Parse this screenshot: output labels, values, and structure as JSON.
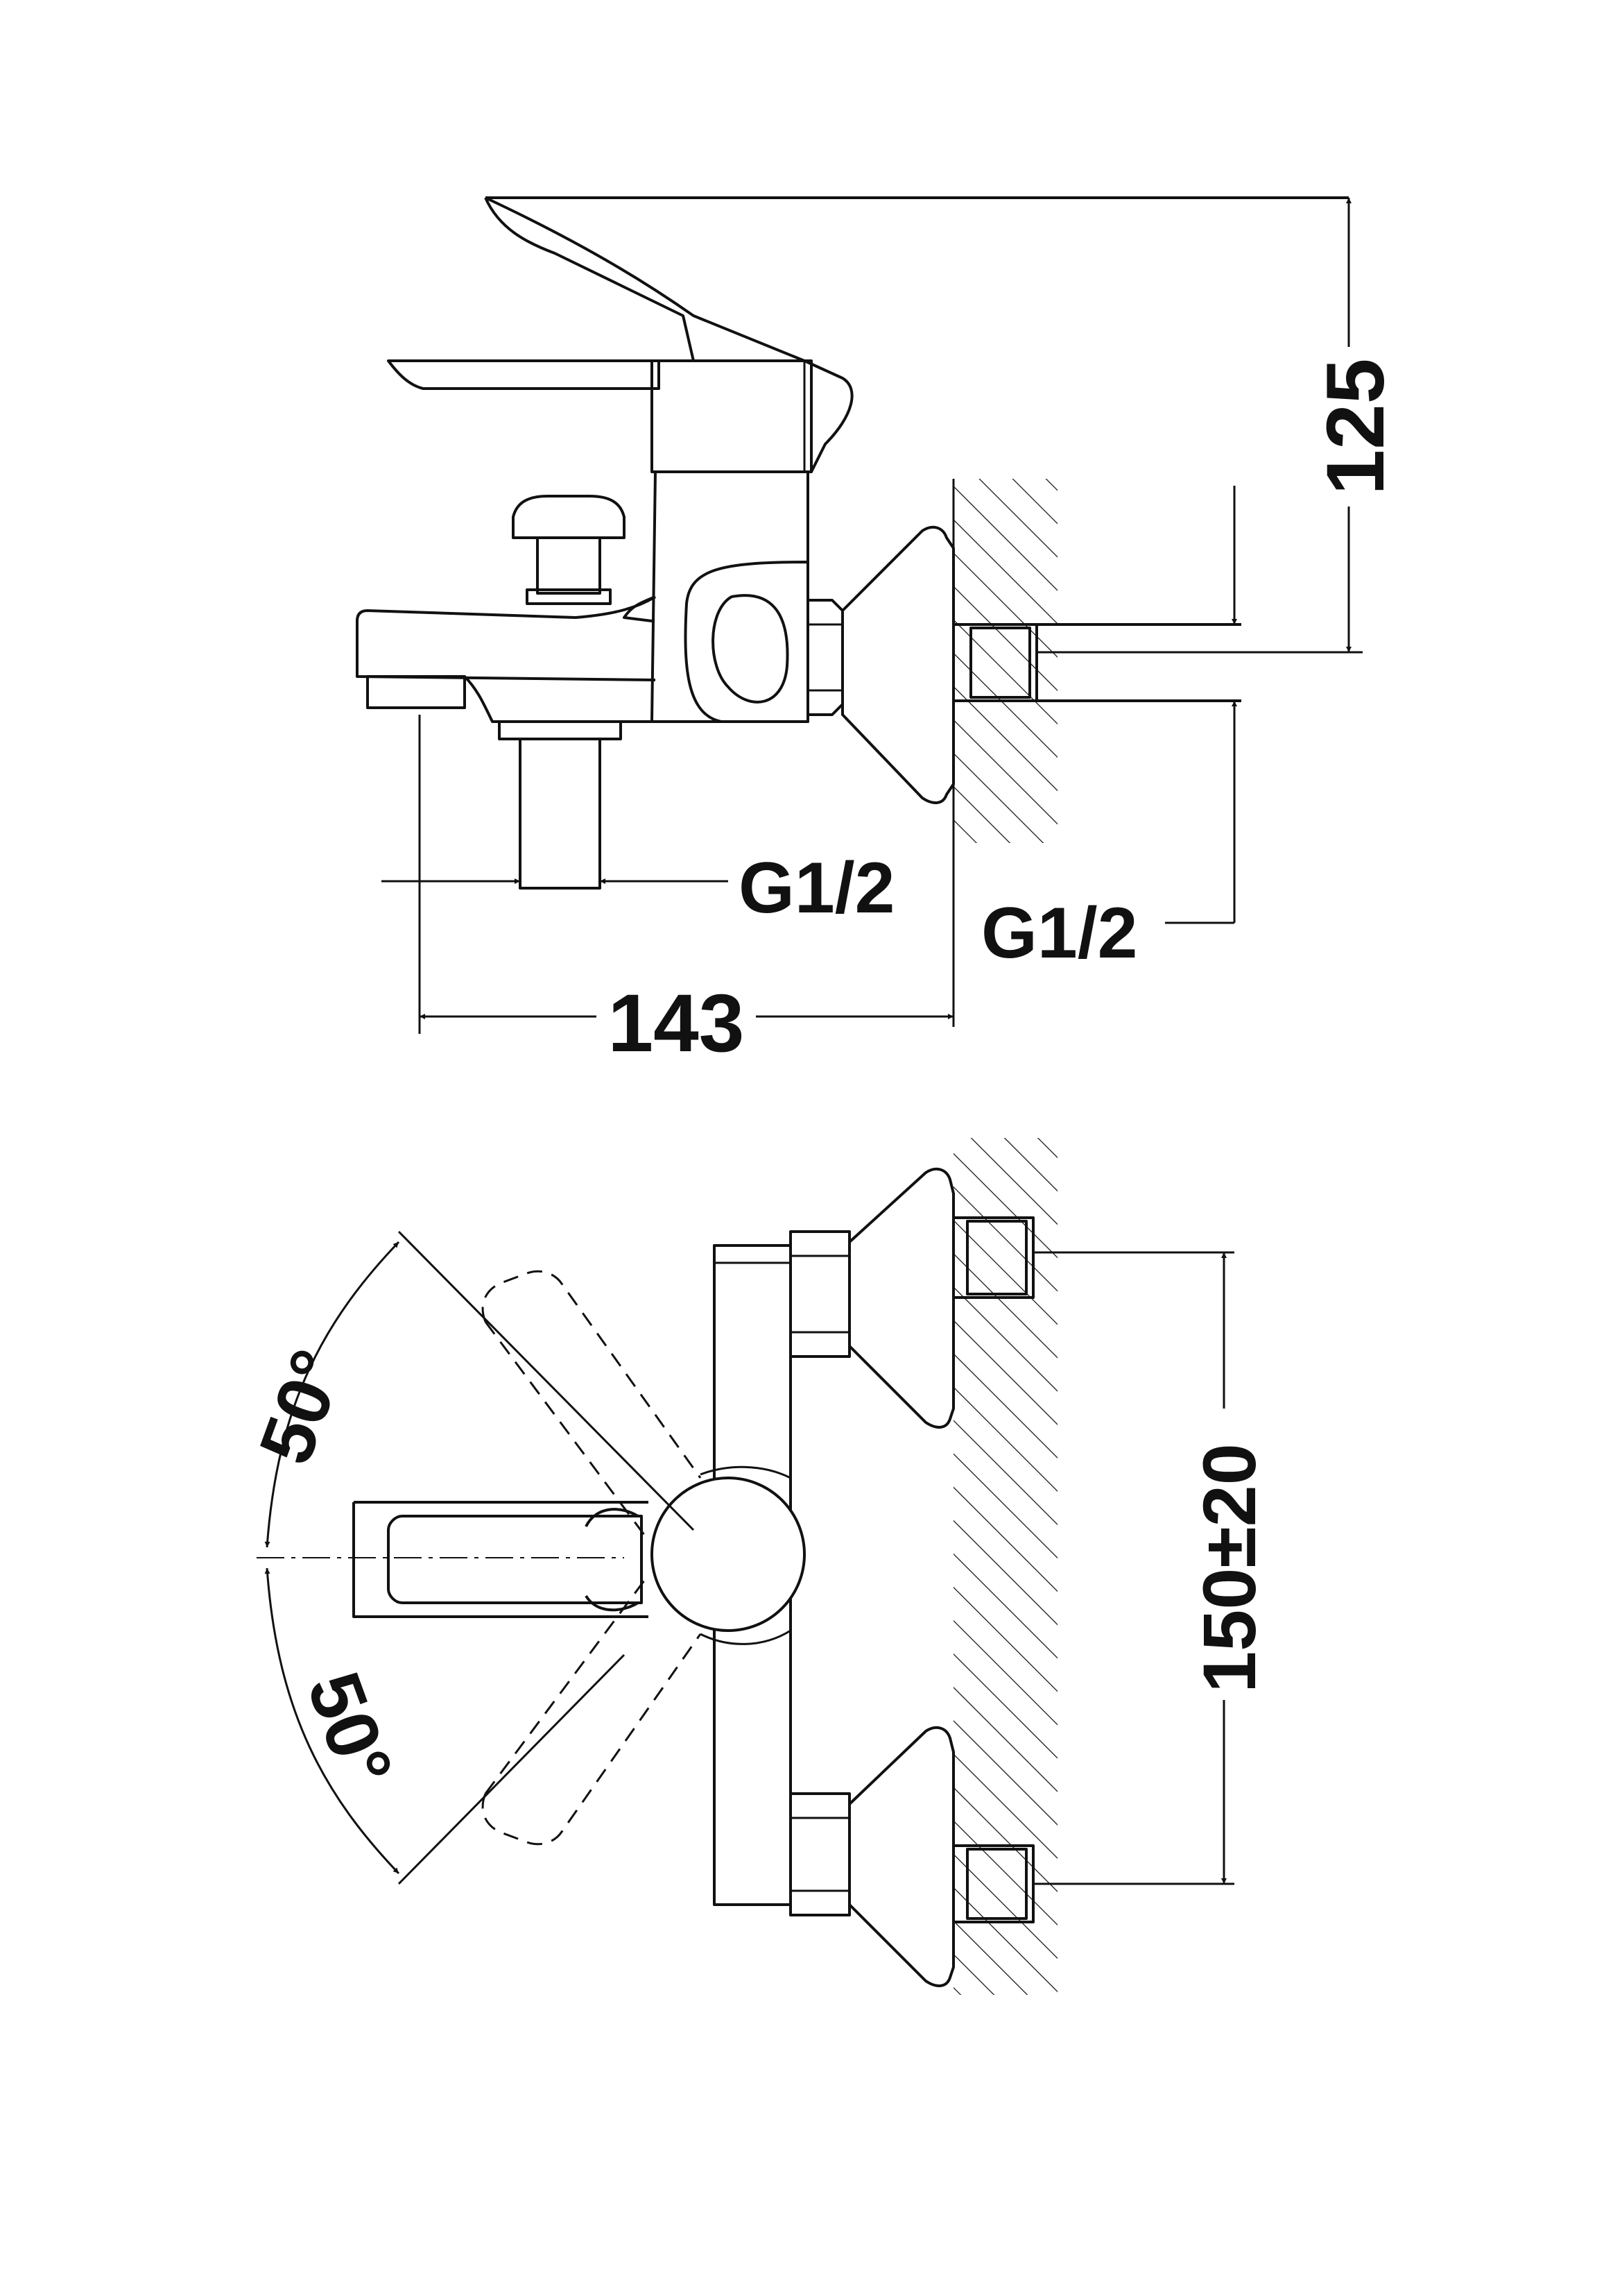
{
  "side_view": {
    "dim_height": "125",
    "dim_width": "143",
    "spout_thread": "G1/2",
    "inlet_thread": "G1/2"
  },
  "top_view": {
    "angle_upper": "50°",
    "angle_lower": "50°",
    "dim_centres": "150±20"
  },
  "style": {
    "line_color": "#111111",
    "background": "#ffffff"
  }
}
